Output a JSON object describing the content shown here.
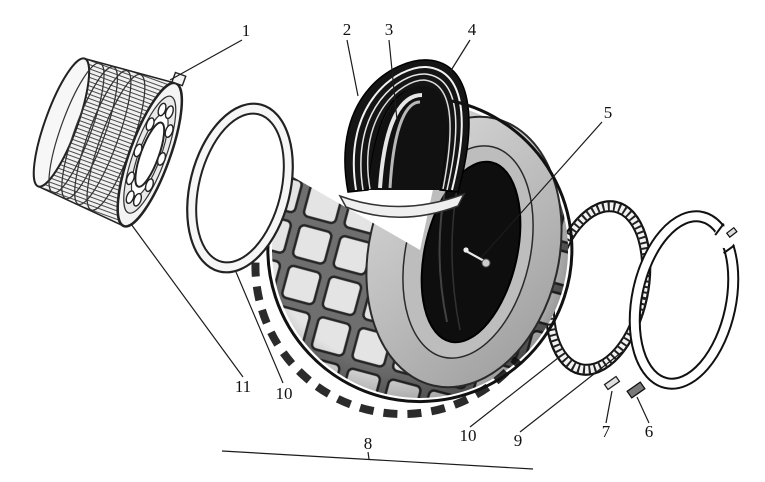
{
  "figure": {
    "kind": "exploded-parts-diagram",
    "colors": {
      "background": "#ffffff",
      "ink": "#1a1a1a",
      "tire_dark": "#0e0e0e",
      "metal_light": "#f2f2f2"
    }
  },
  "callouts": {
    "c1": "1",
    "c2": "2",
    "c3": "3",
    "c4": "4",
    "c5": "5",
    "c6": "6",
    "c7": "7",
    "c8": "8",
    "c9": "9",
    "c10_left": "10",
    "c10_right": "10",
    "c11": "11"
  }
}
